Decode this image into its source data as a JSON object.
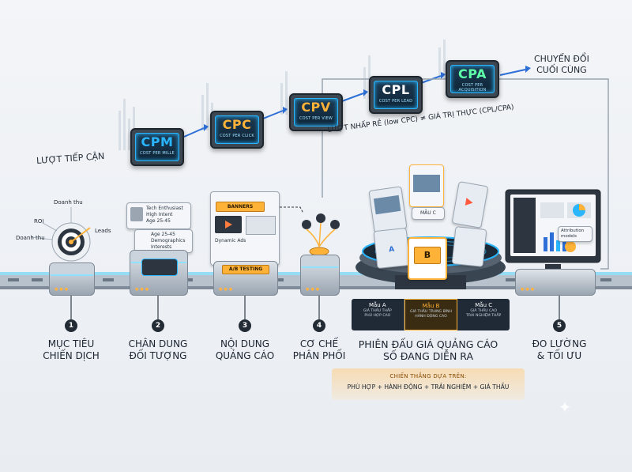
{
  "funnel": {
    "reach_label": "LƯỢT TIẾP CẬN",
    "final_label_line1": "CHUYỂN ĐỔI",
    "final_label_line2": "CUỐI CÙNG",
    "cheap_clicks_label": "LƯỢT NHẤP RẺ (low CPC) ≠ GIÁ TRỊ THỰC (CPL/CPA)",
    "metrics": [
      {
        "code": "CPM",
        "sub": "COST PER MILLE",
        "color": "#29b6ff"
      },
      {
        "code": "CPC",
        "sub": "COST PER CLICK",
        "color": "#ffb238"
      },
      {
        "code": "CPV",
        "sub": "COST PER VIEW",
        "color": "#ffb238"
      },
      {
        "code": "CPL",
        "sub": "COST PER LEAD",
        "color": "#ffffff"
      },
      {
        "code": "CPA",
        "sub": "COST PER ACQUISITION",
        "color": "#5dffa8"
      }
    ]
  },
  "step1": {
    "number": "1",
    "title_line1": "MỤC TIÊU",
    "title_line2": "CHIẾN DỊCH",
    "tag_revenue_top": "Doanh thu",
    "tag_roi": "ROI",
    "tag_revenue_left": "Doanh thu",
    "tag_leads": "Leads"
  },
  "step2": {
    "number": "2",
    "title_line1": "CHÂN DUNG",
    "title_line2": "ĐỐI TƯỢNG",
    "card1": [
      "Tech Enthusiast",
      "High Intent",
      "Age 25-45"
    ],
    "card2": [
      "Age 25-45",
      "Demographics",
      "Interests"
    ]
  },
  "step3": {
    "number": "3",
    "title_line1": "NỘI DUNG",
    "title_line2": "QUẢNG CÁO",
    "banner_label": "BANNERS",
    "dynamic_label": "Dynamic Ads",
    "ab_label": "A/B TESTING"
  },
  "step4": {
    "number": "4",
    "title_line1": "CƠ CHẾ",
    "title_line2": "PHÂN PHỐI"
  },
  "auction": {
    "title_line1": "PHIÊN ĐẤU GIÁ QUẢNG CÁO",
    "title_line2": "SỐ ĐANG DIỄN RA",
    "card_video": "MẪU C",
    "card_center": "B",
    "card_left": "A",
    "ads": [
      {
        "name": "Mẫu A",
        "line1": "GIÁ THẦU THẤP",
        "line2": "PHÙ HỢP CAO",
        "highlight": false
      },
      {
        "name": "Mẫu B",
        "line1": "GIÁ THẦU TRUNG BÌNH",
        "line2": "HÀNH ĐỘNG CAO",
        "highlight": true
      },
      {
        "name": "Mẫu C",
        "line1": "GIÁ THẦU CAO",
        "line2": "TRẢI NGHIỆM THẤP",
        "highlight": false
      }
    ],
    "win_title": "CHIẾN THẮNG DỰA TRÊN:",
    "win_detail": "PHÙ HỢP + HÀNH ĐỘNG + TRẢI NGHIỆM + GIÁ THẦU"
  },
  "step5": {
    "number": "5",
    "title_line1": "ĐO LƯỜNG",
    "title_line2": "& TỐI ƯU",
    "attribution_label_line1": "Attribution",
    "attribution_label_line2": "models"
  },
  "colors": {
    "accent_orange": "#ffb238",
    "accent_cyan": "#29b6ff",
    "dark": "#222a33"
  }
}
